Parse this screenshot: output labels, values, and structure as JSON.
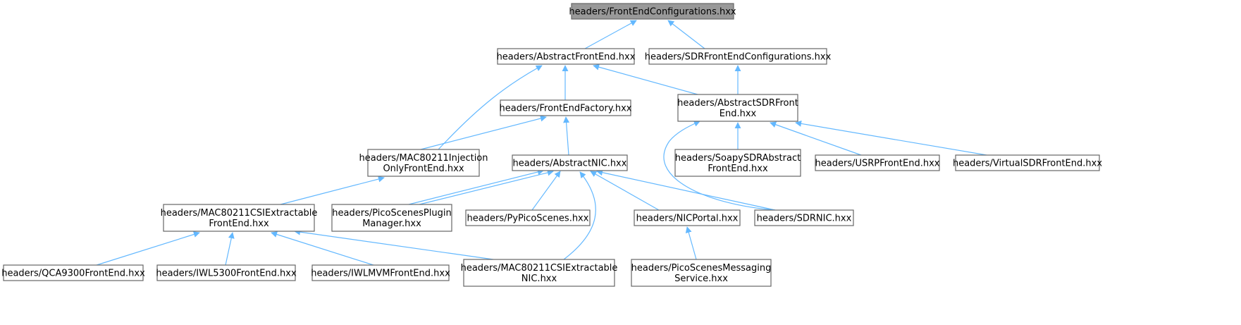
{
  "nodes": [
    {
      "id": "root",
      "lines": [
        "headers/FrontEndConfigurations.hxx"
      ],
      "highlight": true
    },
    {
      "id": "abstract-frontend",
      "lines": [
        "headers/AbstractFrontEnd.hxx"
      ]
    },
    {
      "id": "sdr-frontend-configurations",
      "lines": [
        "headers/SDRFrontEndConfigurations.hxx"
      ]
    },
    {
      "id": "frontend-factory",
      "lines": [
        "headers/FrontEndFactory.hxx"
      ]
    },
    {
      "id": "abstract-sdr-frontend",
      "lines": [
        "headers/AbstractSDRFront",
        "End.hxx"
      ]
    },
    {
      "id": "mac80211-injection-only",
      "lines": [
        "headers/MAC80211Injection",
        "OnlyFrontEnd.hxx"
      ]
    },
    {
      "id": "abstract-nic",
      "lines": [
        "headers/AbstractNIC.hxx"
      ]
    },
    {
      "id": "soapy-sdr-abstract",
      "lines": [
        "headers/SoapySDRAbstract",
        "FrontEnd.hxx"
      ]
    },
    {
      "id": "usrp-frontend",
      "lines": [
        "headers/USRPFrontEnd.hxx"
      ]
    },
    {
      "id": "virtual-sdr-frontend",
      "lines": [
        "headers/VirtualSDRFrontEnd.hxx"
      ]
    },
    {
      "id": "mac80211-csi-extractable-frontend",
      "lines": [
        "headers/MAC80211CSIExtractable",
        "FrontEnd.hxx"
      ]
    },
    {
      "id": "picoscenes-plugin-manager",
      "lines": [
        "headers/PicoScenesPlugin",
        "Manager.hxx"
      ]
    },
    {
      "id": "pypicoscenes",
      "lines": [
        "headers/PyPicoScenes.hxx"
      ]
    },
    {
      "id": "nic-portal",
      "lines": [
        "headers/NICPortal.hxx"
      ]
    },
    {
      "id": "sdr-nic",
      "lines": [
        "headers/SDRNIC.hxx"
      ]
    },
    {
      "id": "qca9300-frontend",
      "lines": [
        "headers/QCA9300FrontEnd.hxx"
      ]
    },
    {
      "id": "iwl5300-frontend",
      "lines": [
        "headers/IWL5300FrontEnd.hxx"
      ]
    },
    {
      "id": "iwlmvm-frontend",
      "lines": [
        "headers/IWLMVMFrontEnd.hxx"
      ]
    },
    {
      "id": "mac80211-csi-extractable-nic",
      "lines": [
        "headers/MAC80211CSIExtractable",
        "NIC.hxx"
      ]
    },
    {
      "id": "picoscenes-messaging-service",
      "lines": [
        "headers/PicoScenesMessaging",
        "Service.hxx"
      ]
    }
  ],
  "edges": [
    {
      "from": "abstract-frontend",
      "to": "root"
    },
    {
      "from": "sdr-frontend-configurations",
      "to": "root"
    },
    {
      "from": "mac80211-injection-only",
      "to": "abstract-frontend"
    },
    {
      "from": "frontend-factory",
      "to": "abstract-frontend"
    },
    {
      "from": "abstract-sdr-frontend",
      "to": "abstract-frontend"
    },
    {
      "from": "abstract-sdr-frontend",
      "to": "sdr-frontend-configurations"
    },
    {
      "from": "mac80211-injection-only",
      "to": "frontend-factory"
    },
    {
      "from": "abstract-nic",
      "to": "frontend-factory"
    },
    {
      "from": "soapy-sdr-abstract",
      "to": "abstract-sdr-frontend"
    },
    {
      "from": "usrp-frontend",
      "to": "abstract-sdr-frontend"
    },
    {
      "from": "virtual-sdr-frontend",
      "to": "abstract-sdr-frontend"
    },
    {
      "from": "sdr-nic",
      "to": "abstract-sdr-frontend"
    },
    {
      "from": "mac80211-csi-extractable-frontend",
      "to": "mac80211-injection-only"
    },
    {
      "from": "picoscenes-plugin-manager",
      "to": "abstract-nic"
    },
    {
      "from": "picoscenes-plugin-manager",
      "to": "abstract-nic"
    },
    {
      "from": "pypicoscenes",
      "to": "abstract-nic"
    },
    {
      "from": "nic-portal",
      "to": "abstract-nic"
    },
    {
      "from": "sdr-nic",
      "to": "abstract-nic"
    },
    {
      "from": "mac80211-csi-extractable-nic",
      "to": "abstract-nic"
    },
    {
      "from": "qca9300-frontend",
      "to": "mac80211-csi-extractable-frontend"
    },
    {
      "from": "iwl5300-frontend",
      "to": "mac80211-csi-extractable-frontend"
    },
    {
      "from": "iwlmvm-frontend",
      "to": "mac80211-csi-extractable-frontend"
    },
    {
      "from": "mac80211-csi-extractable-nic",
      "to": "mac80211-csi-extractable-frontend"
    },
    {
      "from": "picoscenes-messaging-service",
      "to": "nic-portal"
    }
  ],
  "colors": {
    "edge": "#63b8ff",
    "border": "#666666",
    "root_fill": "#999999",
    "node_fill": "#ffffff",
    "text": "#000000"
  }
}
